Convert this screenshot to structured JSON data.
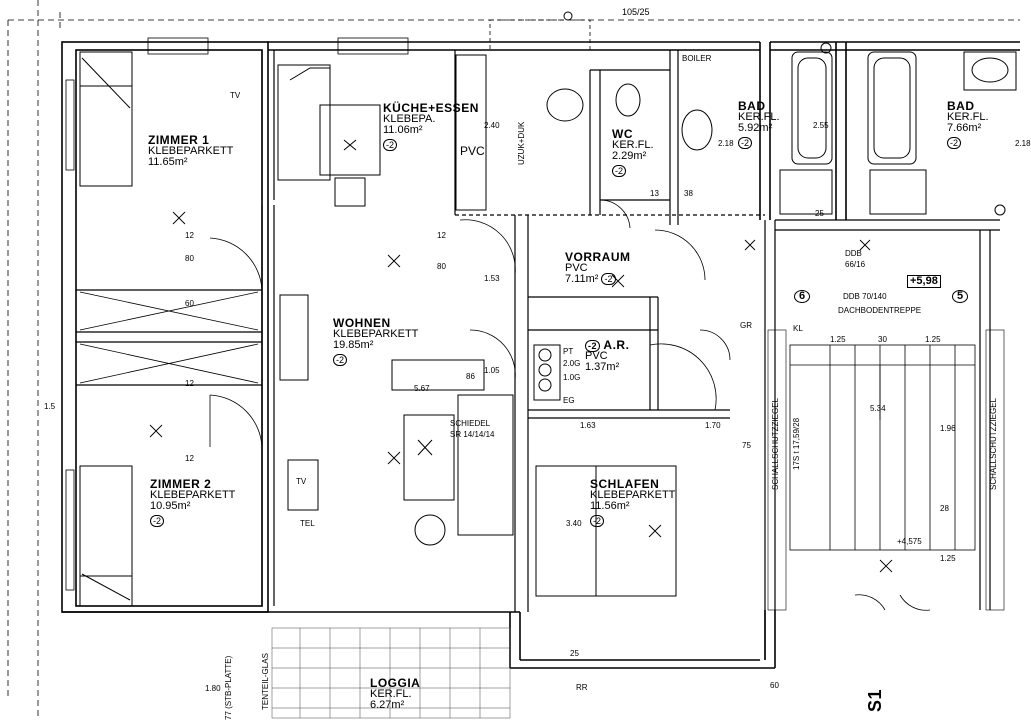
{
  "rooms": [
    {
      "key": "zimmer1",
      "name": "ZIMMER 1",
      "floor": "KLEBEPARKETT",
      "area": "11.65m²",
      "code": ""
    },
    {
      "key": "kueche",
      "name": "KÜCHE+ESSEN",
      "floor": "KLEBEPA.",
      "area": "11.06m²",
      "code": "-2"
    },
    {
      "key": "wc",
      "name": "WC",
      "floor": "KER.FL.",
      "area": "2.29m²",
      "code": "-2"
    },
    {
      "key": "bad1",
      "name": "BAD",
      "floor": "KER.FL.",
      "area": "5.92m²",
      "code": "-2"
    },
    {
      "key": "bad2",
      "name": "BAD",
      "floor": "KER.FL.",
      "area": "7.66m²",
      "code": "-2"
    },
    {
      "key": "vorraum",
      "name": "VORRAUM",
      "floor": "PVC",
      "area": "7.11m²",
      "code": "-2"
    },
    {
      "key": "wohnen",
      "name": "WOHNEN",
      "floor": "KLEBEPARKETT",
      "area": "19.85m²",
      "code": "-2"
    },
    {
      "key": "ar",
      "name": "A.R.",
      "floor": "PVC",
      "area": "1.37m²",
      "code": "-2"
    },
    {
      "key": "zimmer2",
      "name": "ZIMMER 2",
      "floor": "KLEBEPARKETT",
      "area": "10.95m²",
      "code": "-2"
    },
    {
      "key": "schlafen",
      "name": "SCHLAFEN",
      "floor": "KLEBEPARKETT",
      "area": "11.56m²",
      "code": "-2"
    },
    {
      "key": "loggia",
      "name": "LOGGIA",
      "floor": "KER.FL.",
      "area": "6.27m²",
      "code": ""
    }
  ],
  "labels": {
    "top_dim": "105/25",
    "pvc": "PVC",
    "uzuk": "UZUK+DUK",
    "schiedel": "SCHIEDEL",
    "schiedel_sr": "SR 14/14/14",
    "ddb1": "DDB",
    "ddb1_val": "66/16",
    "ddb2": "DDB 70/140",
    "dachbodentreppe": "DACHBODENTREPPE",
    "level1": "+5,98",
    "level2": "+4,575",
    "circle6": "6",
    "circle5": "5",
    "stair": "17S t 17,59/28",
    "schallschutz1": "SCHALLSCHUTZZIEGEL",
    "schallschutz2": "SCHALLSCHUTZZIEGEL",
    "tenteil": "TENTEIL-GLAS",
    "stb": "77 (STB-PLATTE)",
    "s1": "S1",
    "pt": "PT",
    "pt_20": "2.0G",
    "pt_10": "1.0G",
    "eg": "EG",
    "tv": "TV",
    "tel": "TEL",
    "rr": "RR",
    "gr": "GR",
    "kl": "KL",
    "boiler": "BOILER"
  },
  "dims": [
    "12",
    "80",
    "60",
    "12",
    "12",
    "80",
    "12",
    "1.53",
    "1.05",
    "86",
    "5.67",
    "2.40",
    "2.18",
    "2.55",
    "2.18",
    "13",
    "38",
    "25",
    "30",
    "1.25",
    "1.25",
    "5.34",
    "1.96",
    "28",
    "1.25",
    "1.63",
    "1.70",
    "75",
    "3.40",
    "60",
    "25",
    "1.80",
    "1.5"
  ]
}
